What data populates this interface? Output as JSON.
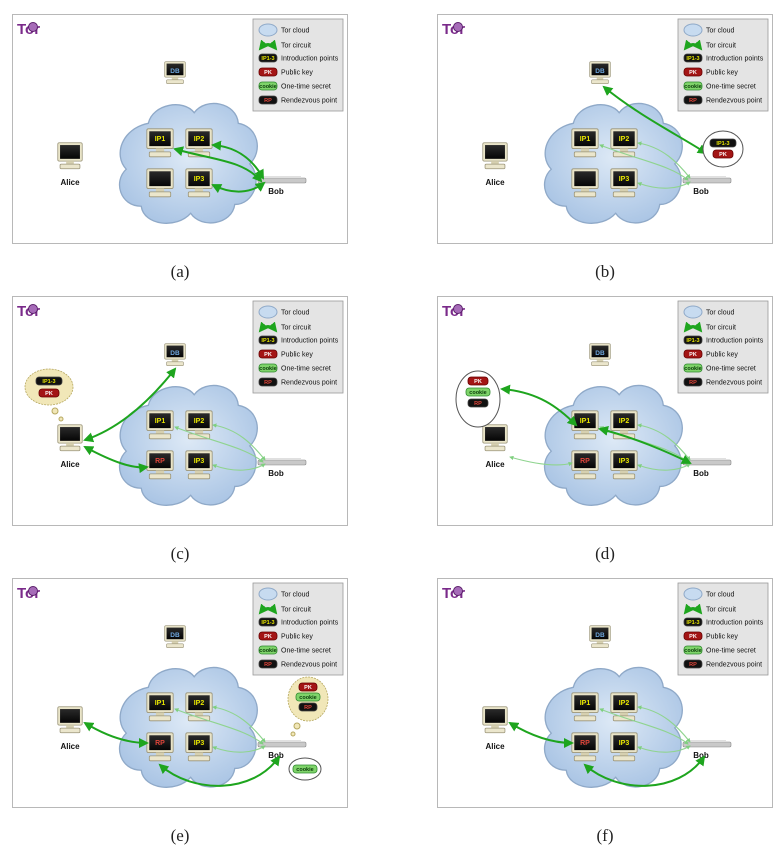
{
  "logo_text": "Tor",
  "legend": {
    "tor_cloud": "Tor cloud",
    "tor_circuit": "Tor circuit",
    "introduction_points": "Introduction points",
    "intro_badge": "IP1-3",
    "public_key": "Public key",
    "pk_badge": "PK",
    "one_time_secret": "One-time secret",
    "cookie_badge": "cookie",
    "rendezvous_point": "Rendezvous point",
    "rp_badge": "RP"
  },
  "labels": {
    "alice": "Alice",
    "bob": "Bob",
    "db": "DB",
    "ip1": "IP1",
    "ip2": "IP2",
    "ip3": "IP3",
    "rp": "RP"
  },
  "colors": {
    "circuit_green": "#1ea51e",
    "cloud_fill": "#bcd3ec",
    "ip_text": "#e8e600",
    "rp_text": "#e0453a",
    "db_text": "#6fa8e0",
    "pk_fill": "#a31515",
    "cookie_fill": "#7fd36a",
    "tor_purple": "#7a2a8a"
  },
  "panels": [
    {
      "id": "a",
      "caption": "(a)",
      "fourth_node": "none",
      "features": []
    },
    {
      "id": "b",
      "caption": "(b)",
      "fourth_node": "none",
      "features": [
        "bob-bubble-ip-pk"
      ]
    },
    {
      "id": "c",
      "caption": "(c)",
      "fourth_node": "rp",
      "features": [
        "alice-thought-ip-pk"
      ]
    },
    {
      "id": "d",
      "caption": "(d)",
      "fourth_node": "rp",
      "features": [
        "alice-bubble-pk-cookie-rp"
      ]
    },
    {
      "id": "e",
      "caption": "(e)",
      "fourth_node": "rp",
      "features": [
        "bob-thought-pk-cookie-rp",
        "bob-bubble-cookie"
      ]
    },
    {
      "id": "f",
      "caption": "(f)",
      "fourth_node": "rp",
      "features": []
    }
  ]
}
